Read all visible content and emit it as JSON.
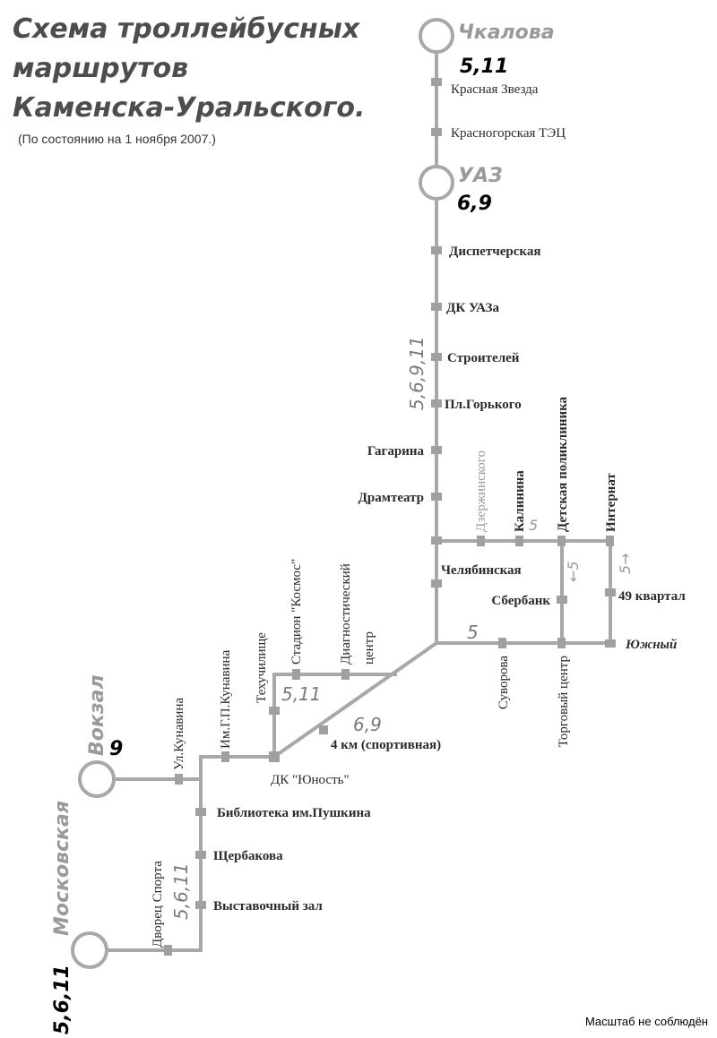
{
  "title": {
    "line1": "Схема троллейбусных",
    "line2": "маршрутов",
    "line3": "Каменска-Уральского.",
    "subtitle": "(По состоянию на 1 ноября 2007.)"
  },
  "terminals": {
    "chkalova": {
      "name": "Чкалова",
      "routes": "5,11"
    },
    "uaz": {
      "name": "УАЗ",
      "routes": "6,9"
    },
    "vokzal": {
      "name": "Вокзал",
      "routes": "9"
    },
    "moskovskaya": {
      "name": "Московская",
      "routes": "5,6,11"
    }
  },
  "stops": {
    "krasnaya_zvezda": "Красная Звезда",
    "krasnogorskaya_tec": "Красногорская ТЭЦ",
    "dispetcherskaya": "Диспетчерская",
    "dk_uaza": "ДК УАЗа",
    "stroiteley": "Строителей",
    "pl_gorkogo": "Пл.Горького",
    "gagarina": "Гагарина",
    "dramteatr": "Драмтеатр",
    "chelyabinskaya": "Челябинская",
    "dzerzhinskogo": "Дзержинского",
    "kalinina": "Калинина",
    "detskaya_poliklinika": "Детская поликлиника",
    "internat": "Интернат",
    "sberbank": "Сбербанк",
    "kvartal_49": "49 квартал",
    "yuzhny": "Южный",
    "suvorova": "Суворова",
    "torgovy_centr": "Торговый центр",
    "diagnostichesky_1": "Диагностический",
    "diagnostichesky_2": "центр",
    "stadion_kosmos": "Стадион \"Космос\"",
    "tehuchilishche": "Техучилище",
    "km4": "4 км (спортивная)",
    "dk_yunost": "ДК \"Юность\"",
    "im_kunavina": "Им.Г.П.Кунавина",
    "ul_kunavina": "Ул.Кунавина",
    "biblioteka": "Библиотека им.Пушкина",
    "shcherbakova": "Щербакова",
    "vystavochny_zal": "Выставочный зал",
    "dvorec_sporta": "Дворец Спорта"
  },
  "route_labels": {
    "main_trunk": "5,6,9,11",
    "east_branch_top": "5",
    "east_branch_down1": "←5",
    "east_branch_down2": "5→",
    "east_branch_bottom": "5",
    "loop": "5,11",
    "diagonal": "6,9",
    "southwest": "5,6,11"
  },
  "footnote": "Масштаб не соблюдён",
  "colors": {
    "line": "#a8a8a8",
    "stop": "#a0a0a0",
    "terminal_name": "#9a9a9a",
    "route_numbers": "#000000"
  }
}
